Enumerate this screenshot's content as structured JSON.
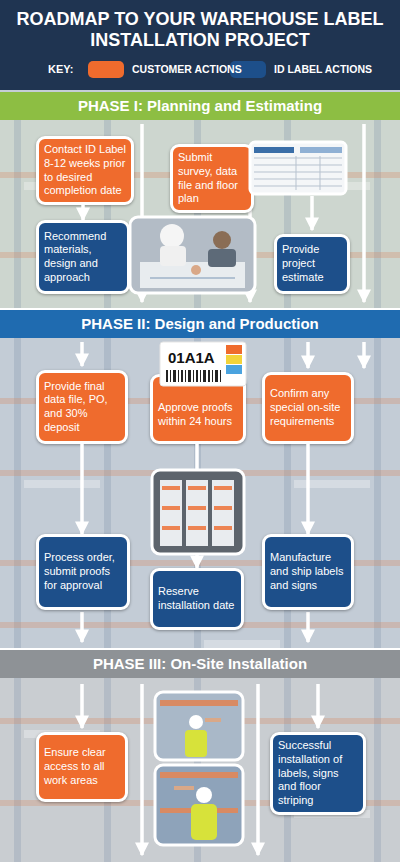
{
  "diagram": {
    "title": "ROADMAP TO YOUR WAREHOUSE LABEL INSTALLATION PROJECT",
    "nodes": [
      {
        "text": [
          "PHASE I: Planning and Estimating"
        ]
      },
      {
        "text": [
          "Contact ID Label 8-12 weeks prior to desired completion date"
        ],
        "in": 0
      },
      {
        "text": [
          "Submit survey, data file and floor plan"
        ],
        "in": 0
      },
      {
        "text": [
          "Recommend materials, design and approach"
        ],
        "in": 0
      },
      {
        "text": [
          "Provide project estimate"
        ],
        "in": 0
      },
      {
        "text": [
          "PHASE II: Design and Production"
        ]
      },
      {
        "text": [
          "Provide final data file, PO, and 30% deposit"
        ],
        "in": 5
      },
      {
        "text": [
          "Approve proofs within 24 hours"
        ],
        "in": 5
      },
      {
        "text": [
          "Confirm any special on-site requirements"
        ],
        "in": 5
      },
      {
        "text": [
          "Process order, submit proofs for approval"
        ],
        "in": 5
      },
      {
        "text": [
          "Reserve installation date"
        ],
        "in": 5
      },
      {
        "text": [
          "Manufacture and ship labels and signs"
        ],
        "in": 5
      },
      {
        "text": [
          "PHASE III: On-Site Installation"
        ]
      },
      {
        "text": [
          "Ensure clear access to all work areas"
        ],
        "in": 12
      },
      {
        "text": [
          "Successful installation of labels, signs and floor striping"
        ],
        "in": 12
      }
    ],
    "edges": [
      {
        "from": 1,
        "to": 3,
        "arrow": "to"
      },
      {
        "from": 6,
        "to": 9,
        "arrow": "to"
      },
      {
        "from": 7,
        "to": 10,
        "arrow": "to"
      },
      {
        "from": 8,
        "to": 11,
        "arrow": "to"
      }
    ],
    "labels": [
      "KEY:",
      "01A1A"
    ],
    "legend": [
      {
        "text": "CUSTOMER ACTIONS",
        "color": "#ef6b2d"
      },
      {
        "text": "ID LABEL ACTIONS",
        "color": "#1d4f8a"
      }
    ]
  }
}
